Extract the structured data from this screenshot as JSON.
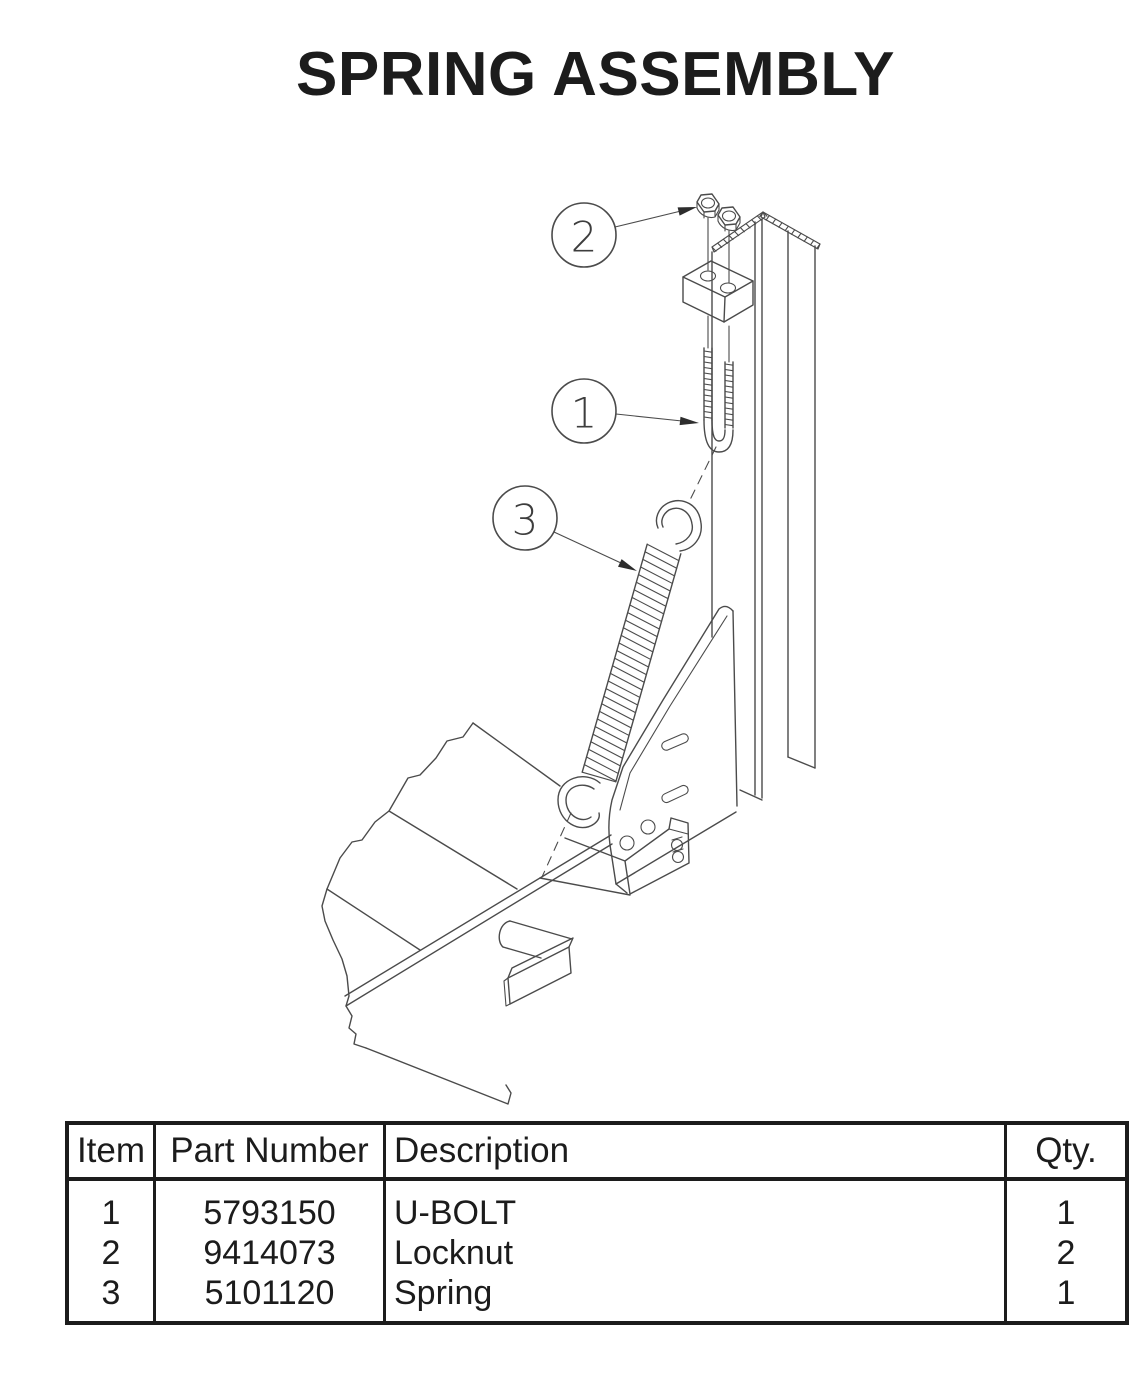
{
  "page": {
    "title": "SPRING ASSEMBLY"
  },
  "diagram": {
    "callouts": [
      {
        "number": "1"
      },
      {
        "number": "2"
      },
      {
        "number": "3"
      }
    ]
  },
  "table": {
    "headers": {
      "item": "Item",
      "part_number": "Part Number",
      "description": "Description",
      "qty": "Qty."
    },
    "rows": [
      {
        "item": "1",
        "part_number": "5793150",
        "description": "U-BOLT",
        "qty": "1"
      },
      {
        "item": "2",
        "part_number": "9414073",
        "description": "Locknut",
        "qty": "2"
      },
      {
        "item": "3",
        "part_number": "5101120",
        "description": "Spring",
        "qty": "1"
      }
    ]
  },
  "colors": {
    "background": "#ffffff",
    "line": "#4b4b4b",
    "text": "#1c1c1c"
  }
}
